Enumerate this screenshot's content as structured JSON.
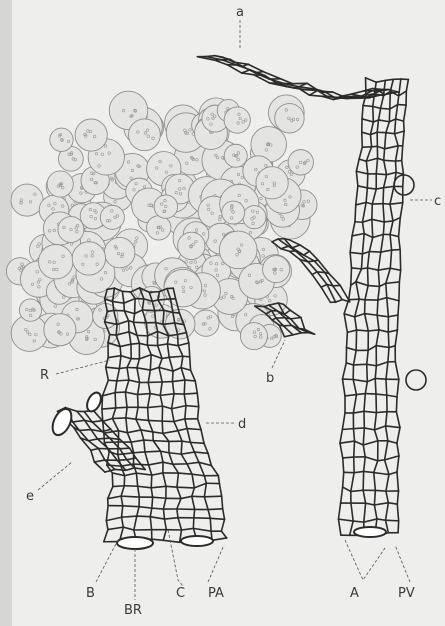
{
  "figure": {
    "labels": {
      "a": "a",
      "b": "b",
      "c": "c",
      "d": "d",
      "e": "e",
      "R": "R",
      "B": "B",
      "BR": "BR",
      "C": "C",
      "PA": "PA",
      "A": "A",
      "PV": "PV"
    },
    "colors": {
      "background": "#eeeeec",
      "ink": "#2b2b2b",
      "alveoli": "#bdbdbb",
      "shadow": "#d8d8d6"
    }
  }
}
